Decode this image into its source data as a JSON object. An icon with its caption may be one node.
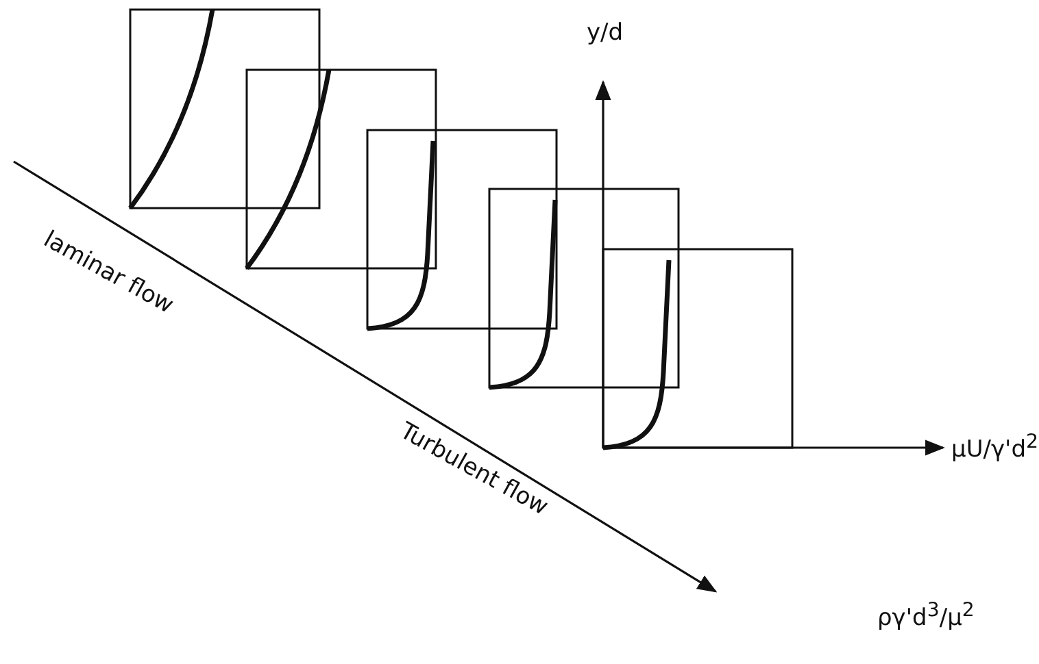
{
  "diagram": {
    "labels": [
      "y/d",
      "μU/γ'd$^{2}$",
      "laminar flow",
      "Turbulent flow",
      "ργ'd$^{3}$/μ$^{2}$"
    ]
  }
}
